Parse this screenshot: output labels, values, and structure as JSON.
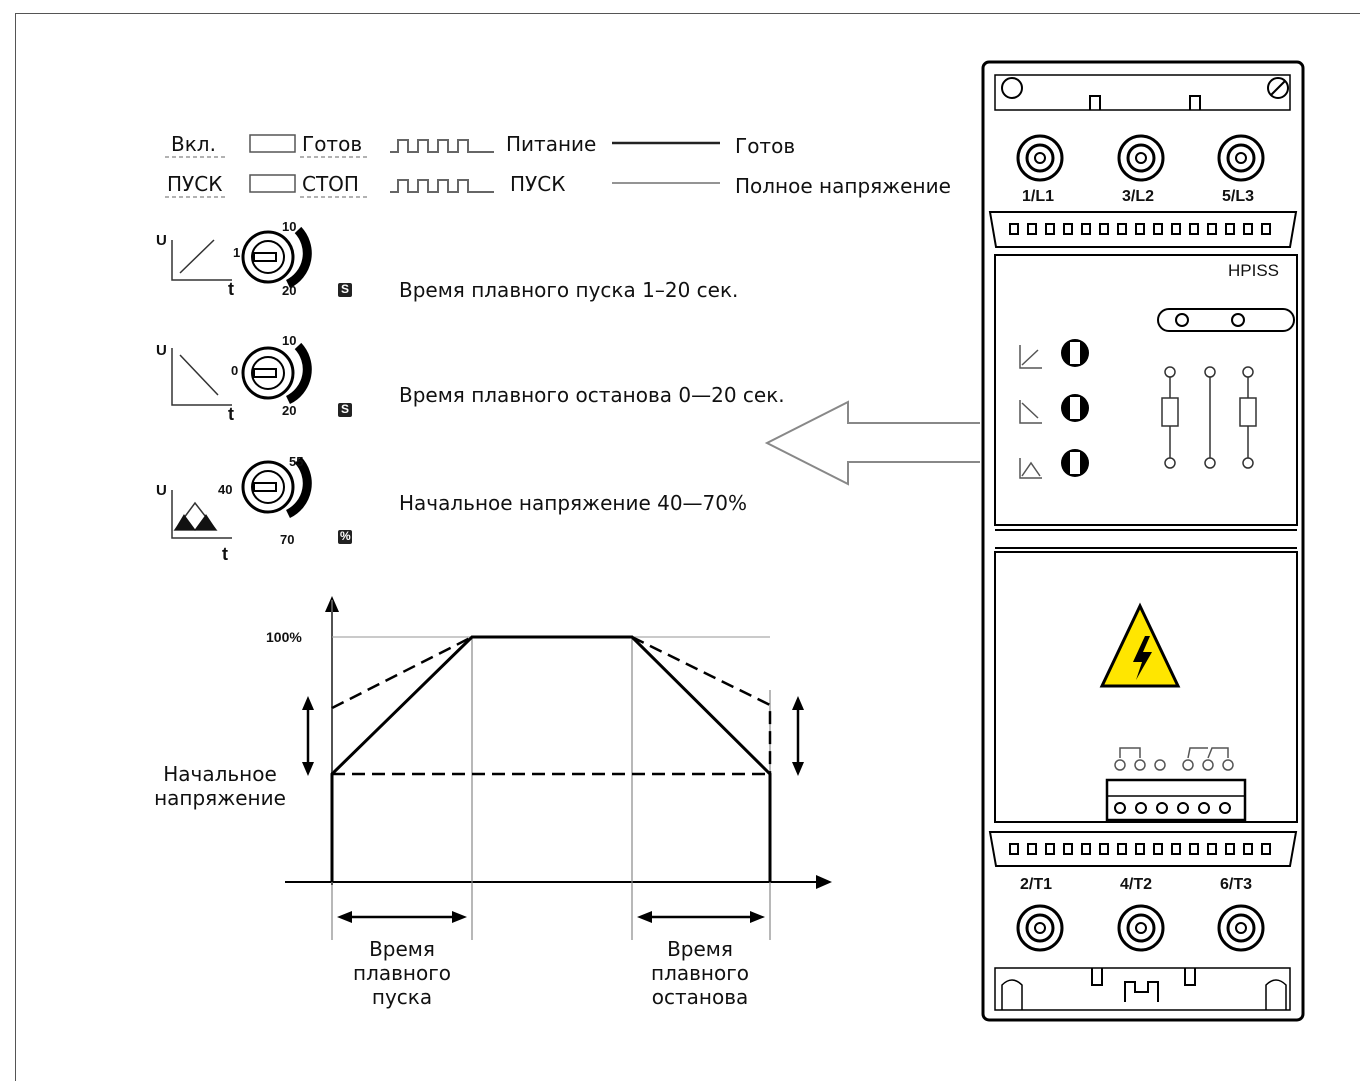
{
  "legend": {
    "row1": {
      "left": "Вкл.",
      "right": "Готов",
      "pulse_label": "Питание",
      "line_label": "Готов"
    },
    "row2": {
      "left": "ПУСК",
      "right": "СТОП",
      "pulse_label": "ПУСК",
      "line_label": "Полное напряжение"
    }
  },
  "knobs": [
    {
      "axis_v": "U",
      "axis_t": "t",
      "min": "1",
      "max": "20",
      "top": "10",
      "unit": "S",
      "description": "Время плавного пуска 1–20 сек."
    },
    {
      "axis_v": "U",
      "axis_t": "t",
      "min": "0",
      "max": "20",
      "top": "10",
      "unit": "S",
      "description": "Время плавного останова 0—20 сек."
    },
    {
      "axis_v": "U",
      "axis_t": "t",
      "min": "40",
      "max": "70",
      "top": "55",
      "unit": "%",
      "description": "Начальное напряжение 40—70%"
    }
  ],
  "graph": {
    "level_label": "100%",
    "initial_voltage_label": "Начальное напряжение",
    "soft_start_label": "Время плавного пуска",
    "soft_stop_label": "Время плавного останова"
  },
  "device": {
    "model": "HPISS",
    "inputs": [
      "1/L1",
      "3/L2",
      "5/L3"
    ],
    "outputs": [
      "2/T1",
      "4/T2",
      "6/T3"
    ],
    "warning_icon": "high-voltage-warning-icon",
    "warning_color": "#FFE600"
  }
}
